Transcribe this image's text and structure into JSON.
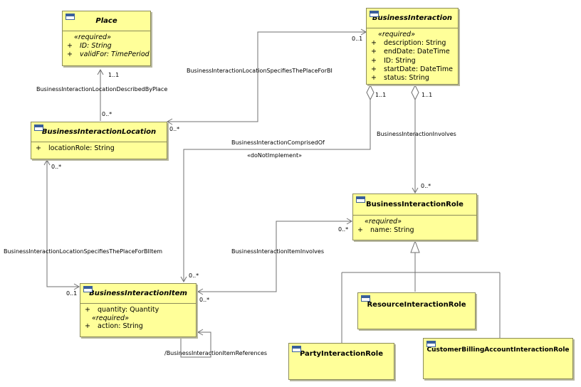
{
  "classes": {
    "place": {
      "name": "Place",
      "stereotype": "«required»",
      "attributes": [
        {
          "vis": "+",
          "text": "ID: String"
        },
        {
          "vis": "+",
          "text": "validFor: TimePeriod"
        }
      ]
    },
    "interaction": {
      "name": "BusinessInteraction",
      "stereotype": "«required»",
      "attributes": [
        {
          "vis": "+",
          "text": "description: String"
        },
        {
          "vis": "+",
          "text": "endDate: DateTime"
        },
        {
          "vis": "+",
          "text": "ID: String"
        },
        {
          "vis": "+",
          "text": "startDate: DateTime"
        },
        {
          "vis": "+",
          "text": "status: String"
        }
      ]
    },
    "location": {
      "name": "BusinessInteractionLocation",
      "attributes": [
        {
          "vis": "+",
          "text": "locationRole: String"
        }
      ]
    },
    "role": {
      "name": "BusinessInteractionRole",
      "stereotype": "«required»",
      "attributes": [
        {
          "vis": "+",
          "text": "name: String"
        }
      ]
    },
    "item": {
      "name": "BusinessInteractionItem",
      "attributes_before": [
        {
          "vis": "+",
          "text": "quantity: Quantity"
        }
      ],
      "stereotype": "«required»",
      "attributes": [
        {
          "vis": "+",
          "text": "action: String"
        }
      ]
    },
    "resource": {
      "name": "ResourceInteractionRole"
    },
    "party": {
      "name": "PartyInteractionRole"
    },
    "billing": {
      "name": "CustomerBillingAccountInteractionRole"
    }
  },
  "associations": {
    "described_by": {
      "name": "BusinessInteractionLocationDescribedByPlace",
      "mult_place": "1..1",
      "mult_location": "0..*"
    },
    "specifies_bi": {
      "name": "BusinessInteractionLocationSpecifiesThePlaceForBI",
      "mult_interaction": "0..1",
      "mult_location": "0..*"
    },
    "comprised_of": {
      "name": "BusinessInteractionComprisedOf",
      "stereotype": "«doNotImplement»",
      "mult_interaction": "1..1",
      "mult_item": "0..*"
    },
    "involves": {
      "name": "BusinessInteractionInvolves",
      "mult_interaction": "1..1",
      "mult_role": "0..*"
    },
    "item_involves": {
      "name": "BusinessInteractionItemInvolves",
      "mult_role": "0..*",
      "mult_item": "0..*"
    },
    "specifies_item": {
      "name": "BusinessInteractionLocationSpecifiesThePlaceForBIItem",
      "mult_location": "0..*",
      "mult_item": "0..1"
    },
    "item_references": {
      "name": "/BusinessInteractionItemReferences"
    }
  },
  "colors": {
    "class_fill": "#ffff99",
    "class_border": "#8c8c5a",
    "line": "#707070",
    "icon": "#3a5f9b"
  }
}
